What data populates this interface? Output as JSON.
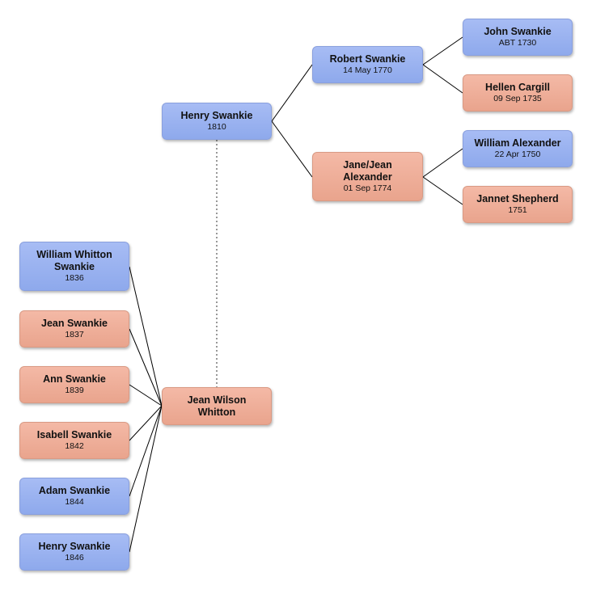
{
  "people": {
    "henry_1810": {
      "name": "Henry Swankie",
      "date": "1810",
      "gender": "male"
    },
    "robert": {
      "name": "Robert Swankie",
      "date": "14 May 1770",
      "gender": "male"
    },
    "jane": {
      "name": "Jane/Jean Alexander",
      "date": "01 Sep 1774",
      "gender": "female"
    },
    "john": {
      "name": "John Swankie",
      "date": "ABT 1730",
      "gender": "male"
    },
    "hellen": {
      "name": "Hellen Cargill",
      "date": "09 Sep 1735",
      "gender": "female"
    },
    "william_alexander": {
      "name": "William Alexander",
      "date": "22 Apr 1750",
      "gender": "male"
    },
    "jannet": {
      "name": "Jannet Shepherd",
      "date": "1751",
      "gender": "female"
    },
    "jean_wilson": {
      "name": "Jean Wilson Whitton",
      "date": "",
      "gender": "female"
    },
    "william_whitton": {
      "name": "William Whitton Swankie",
      "date": "1836",
      "gender": "male"
    },
    "jean_swankie": {
      "name": "Jean Swankie",
      "date": "1837",
      "gender": "female"
    },
    "ann": {
      "name": "Ann Swankie",
      "date": "1839",
      "gender": "female"
    },
    "isabell": {
      "name": "Isabell Swankie",
      "date": "1842",
      "gender": "female"
    },
    "adam": {
      "name": "Adam Swankie",
      "date": "1844",
      "gender": "male"
    },
    "henry_1846": {
      "name": "Henry Swankie",
      "date": "1846",
      "gender": "male"
    }
  },
  "colors": {
    "male": "#93adee",
    "female": "#eeac96",
    "line": "#000000"
  }
}
